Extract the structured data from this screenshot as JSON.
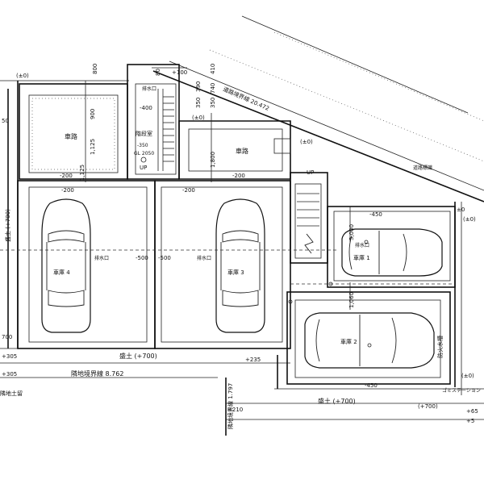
{
  "plan": {
    "levels_top": [
      "(±0)",
      "+100",
      "(±0)",
      "-400",
      "(±0)"
    ],
    "dims_top": [
      "800",
      "80",
      "410",
      "390",
      "740",
      "350",
      "350"
    ],
    "dims_left_area": [
      "900",
      "1,125",
      "1,125",
      "1,800"
    ],
    "side_left": [
      "50",
      "盛土 (+700)",
      "700",
      "+305",
      "+305"
    ],
    "road_boundary": "道路境界線 20.472",
    "road_sign": "道路標識",
    "neighbor_boundary": "隣地境界線 8.762",
    "neighbor_boundary2": "隣地境界線 1.797",
    "neighbor_retaining": "隣地土留",
    "driveway_1": "車路",
    "driveway_2": "車路",
    "stair_room": "階段室",
    "stair_levels": [
      "-350",
      "GL 2050"
    ],
    "up_label_1": "UP",
    "up_label_2": "UP",
    "drain": "排水口",
    "garages": [
      {
        "label": "車庫 4",
        "drain": "排水口",
        "level": "-500"
      },
      {
        "label": "車庫 3",
        "drain": "排水口",
        "level": "-500"
      },
      {
        "label": "車庫 1",
        "drain": "排水口",
        "level": "-450"
      },
      {
        "label": "車庫 2",
        "drain": "",
        "level": "-450"
      }
    ],
    "levels_mid": [
      "-200",
      "-200",
      "-200",
      "-200",
      "-500",
      "-500",
      "-450",
      "-450"
    ],
    "dims_right": [
      "3,000",
      "1,060"
    ],
    "fire_tank": "防火水槽",
    "garbage": "ゴミステーション",
    "fill_bottom": "盛土 (+700)",
    "fill_bottom2": "盛土 (+700)",
    "fill_bottom3": "(+700)",
    "levels_bottom": [
      "+235",
      "+210",
      "+65",
      "(±0)",
      "±0",
      "(±0)"
    ],
    "level_bottom_right": "+5"
  }
}
